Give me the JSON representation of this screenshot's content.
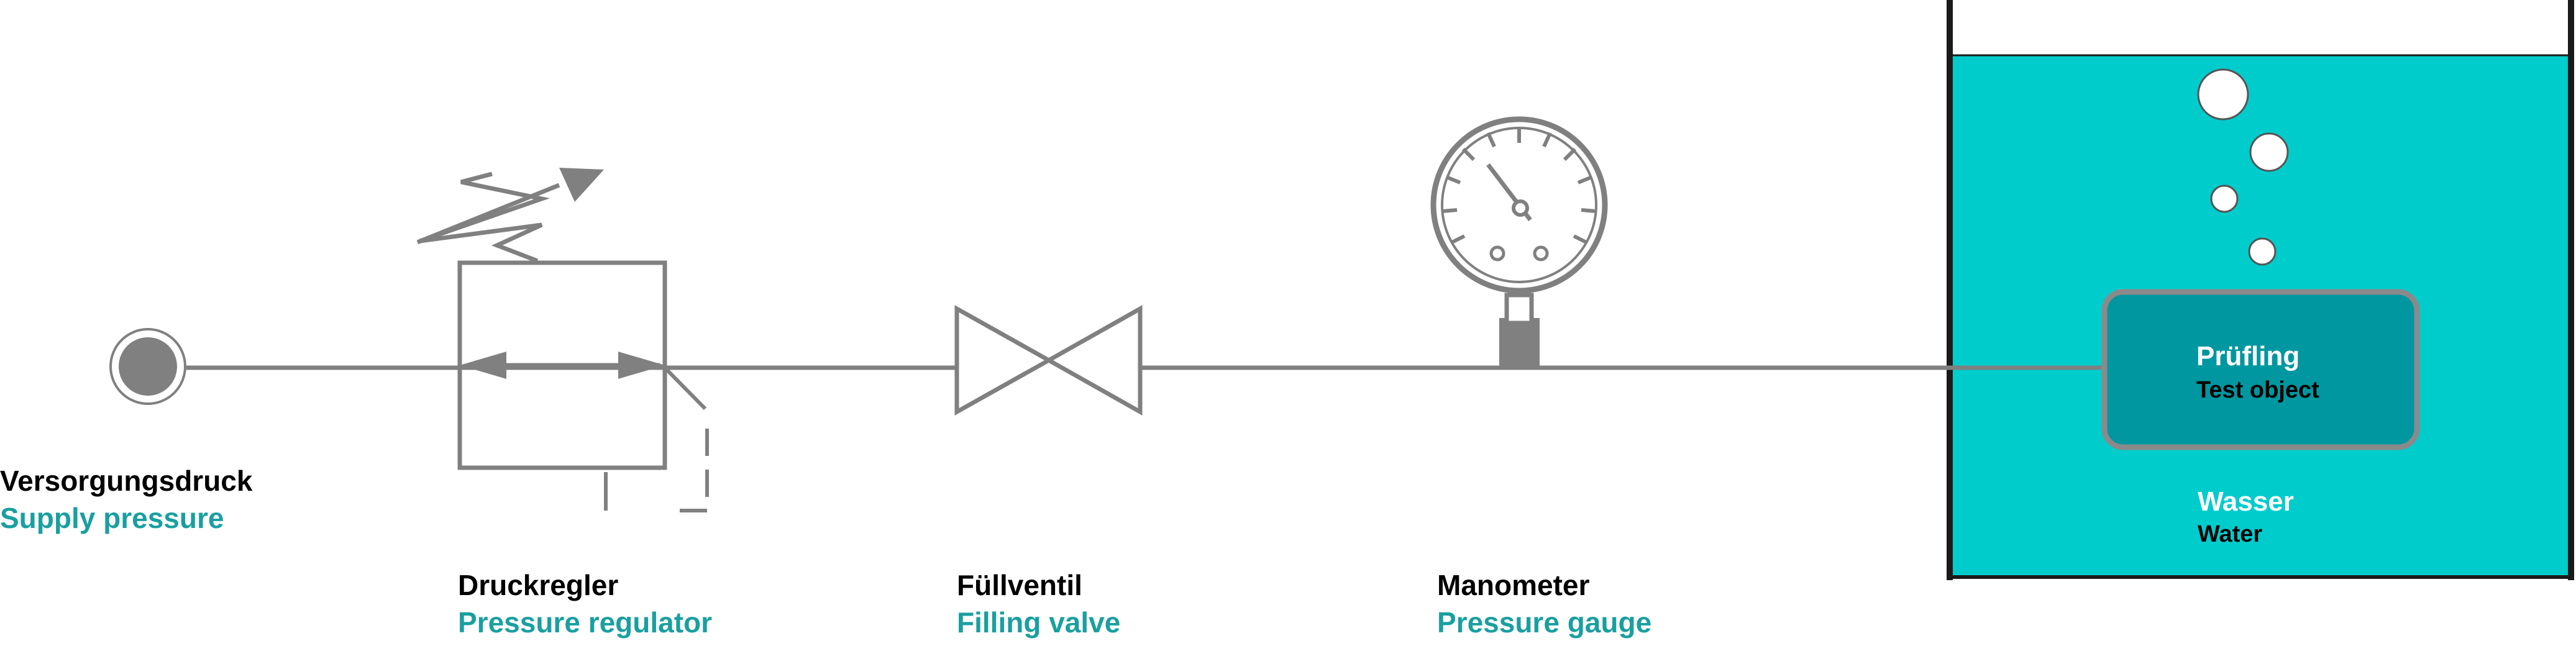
{
  "colors": {
    "line": "#808080",
    "accent": "#1a9fa0",
    "water": "#00cccc",
    "test_object": "#0097a0",
    "test_object_border": "#8a8a8a",
    "tank_wall": "#1a1a1a",
    "label_de": "#000000",
    "label_en": "#1a9fa0"
  },
  "components": {
    "supply": {
      "label_de": "Versorgungsdruck",
      "label_en": "Supply pressure",
      "icon": "supply-port-icon"
    },
    "regulator": {
      "label_de": "Druckregler",
      "label_en": "Pressure regulator",
      "icon": "pressure-regulator-icon"
    },
    "valve": {
      "label_de": "Füllventil",
      "label_en": "Filling valve",
      "icon": "valve-icon"
    },
    "gauge": {
      "label_de": "Manometer",
      "label_en": "Pressure gauge",
      "icon": "pressure-gauge-icon"
    },
    "test_object": {
      "label_de": "Prüfling",
      "label_en": "Test object"
    },
    "water": {
      "label_de": "Wasser",
      "label_en": "Water"
    }
  }
}
